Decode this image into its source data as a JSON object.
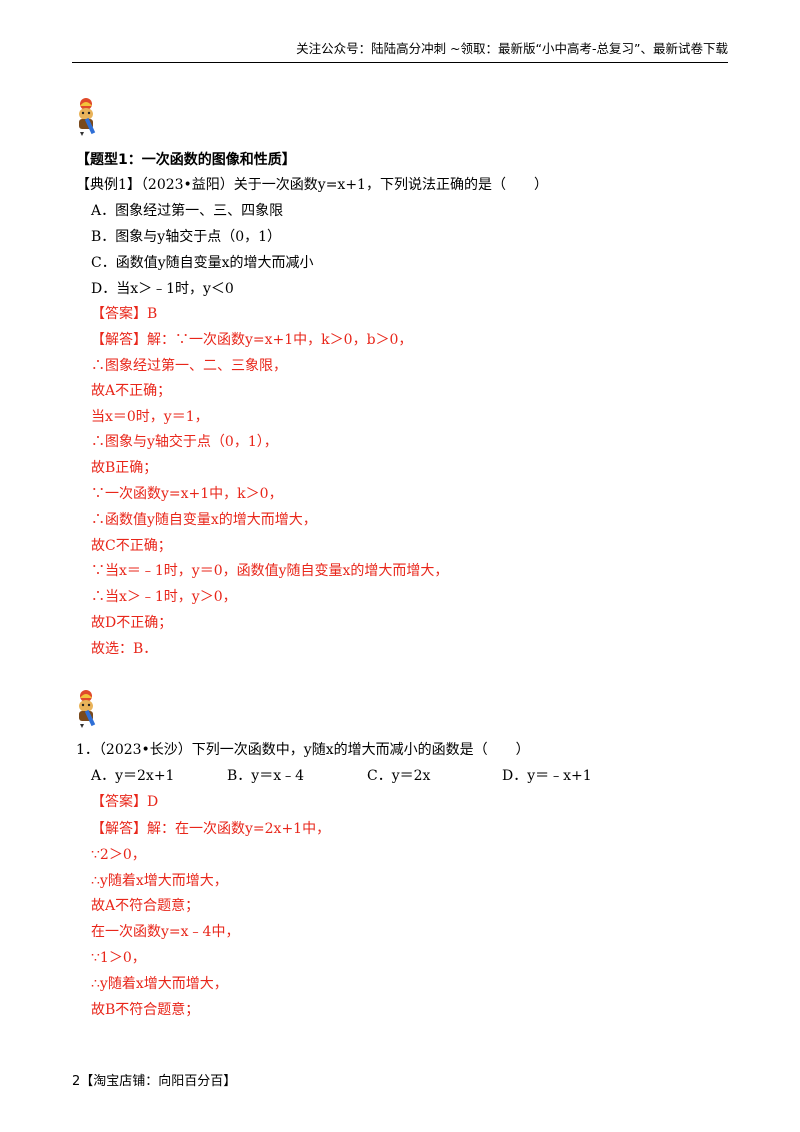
{
  "header": {
    "text": "关注公众号：陆陆高分冲刺  ~领取：最新版“小中高考-总复习”、最新试卷下载"
  },
  "section": {
    "title": "【题型1：一次函数的图像和性质】",
    "example": {
      "stem": "【典例1】（2023•益阳）关于一次函数y=x+1，下列说法正确的是（　　）",
      "options": [
        "A．图象经过第一、三、四象限",
        "B．图象与y轴交于点（0，1）",
        "C．函数值y随自变量x的增大而减小",
        "D．当x＞﹣1时，y＜0"
      ],
      "answer": "【答案】B",
      "solution": [
        "【解答】解：∵一次函数y=x+1中，k＞0，b＞0，",
        "∴图象经过第一、二、三象限，",
        "故A不正确；",
        "当x＝0时，y＝1，",
        "∴图象与y轴交于点（0，1），",
        "故B正确；",
        "∵一次函数y=x+1中，k＞0，",
        "∴函数值y随自变量x的增大而增大，",
        "故C不正确；",
        "∵当x＝﹣1时，y＝0，函数值y随自变量x的增大而增大，",
        "∴当x＞﹣1时，y＞0，",
        "故D不正确；",
        "故选：B．"
      ]
    }
  },
  "exercise": {
    "stem": "1．（2023•长沙）下列一次函数中，y随x的增大而减小的函数是（　　）",
    "options": [
      "A．y＝2x+1",
      "B．y＝x﹣4",
      "C．y＝2x",
      "D．y＝﹣x+1"
    ],
    "answer": "【答案】D",
    "solution": [
      "【解答】解：在一次函数y=2x+1中，",
      "∵2＞0，",
      "∴y随着x增大而增大，",
      "故A不符合题意；",
      "在一次函数y=x﹣4中，",
      "∵1＞0，",
      "∴y随着x增大而增大，",
      "故B不符合题意；"
    ]
  },
  "footer": {
    "page_number": "2",
    "shop": "【淘宝店铺：向阳百分百】"
  },
  "colors": {
    "answer_red": "#e8261a",
    "text": "#000000"
  },
  "icons": [
    "pencil-mascot-icon",
    "pencil-mascot-icon"
  ]
}
